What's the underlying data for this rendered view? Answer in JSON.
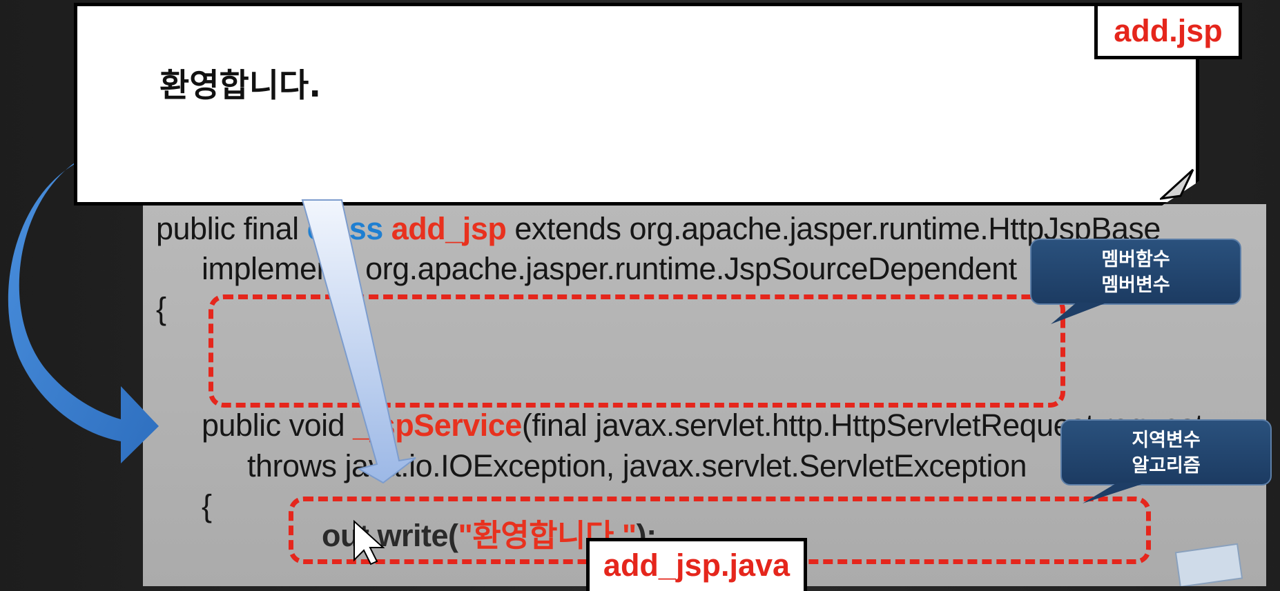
{
  "note_card": {
    "text": "환영합니다.",
    "label": "add.jsp"
  },
  "code": {
    "line1": {
      "prefix": "public final ",
      "class_kw": "class",
      "class_name": "add_jsp",
      "suffix": " extends org.apache.jasper.runtime.HttpJspBase"
    },
    "line2": "implements org.apache.jasper.runtime.JspSourceDependent",
    "line3": "{",
    "line4": {
      "prefix": "public void ",
      "method": "_jspService",
      "suffix": "(final javax.servlet.http.HttpServletRequest request,"
    },
    "line5": "throws java.io.IOException, javax.servlet.ServletException",
    "line6": "{",
    "line7": {
      "call": "out.write(",
      "string": "\"환영합니다.\"",
      "close": ");"
    },
    "file_label": "add_jsp.java"
  },
  "callouts": {
    "members": [
      "멤버함수",
      "멤버변수"
    ],
    "locals": [
      "지역변수",
      "알고리즘"
    ]
  },
  "colors": {
    "accent_red": "#e5261c",
    "accent_blue": "#1f7fd1",
    "bubble_navy": "#1c3b62",
    "code_bg": "#b3b3b3"
  }
}
